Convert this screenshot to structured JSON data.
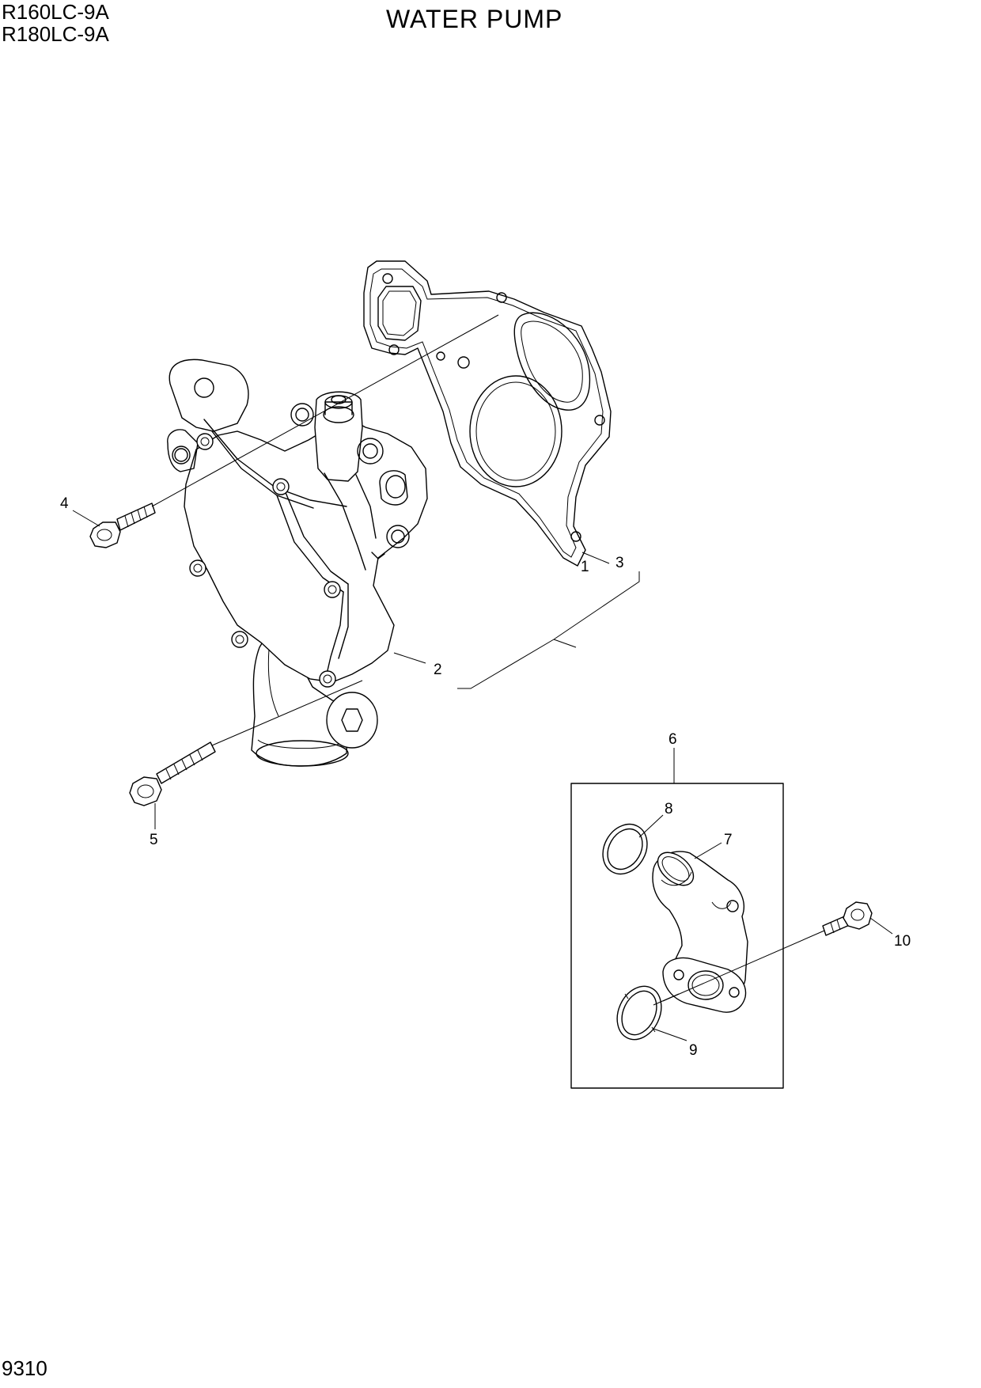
{
  "header": {
    "model_lines": [
      "R160LC-9A",
      "R180LC-9A"
    ],
    "title": "WATER PUMP"
  },
  "footer": {
    "page_number": "9310"
  },
  "callouts": {
    "c1": "1",
    "c2": "2",
    "c3": "3",
    "c4": "4",
    "c5": "5",
    "c6": "6",
    "c7": "7",
    "c8": "8",
    "c9": "9",
    "c10": "10"
  }
}
